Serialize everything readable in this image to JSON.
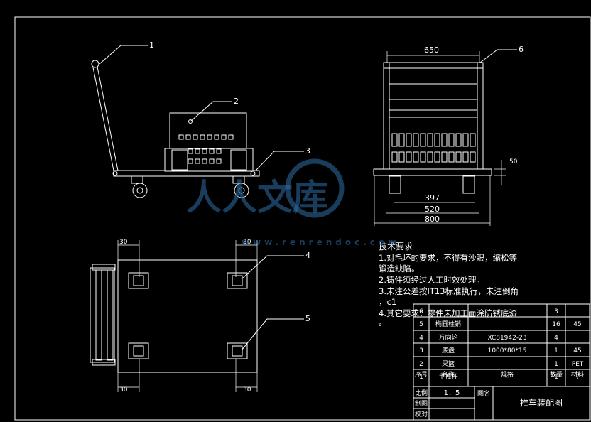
{
  "callouts": [
    "1",
    "2",
    "3",
    "4",
    "5",
    "6"
  ],
  "dimensions": {
    "top_width": "650",
    "side_height": "50",
    "w397": "397",
    "w520": "520",
    "w800": "800",
    "b30a": "30",
    "b30b": "30",
    "b30c": "30",
    "b30d": "30"
  },
  "tech": {
    "title": "技术要求",
    "l1": "1.对毛坯的要求，不得有沙眼，缩松等",
    "l2": "锻造缺陷。",
    "l3": "2.铸件须经过人工时效处理。",
    "l4": "3.未注公差按IT13标准执行，未注倒角",
    "l5": "，c1",
    "l6": "4.其它要求：零件未加工面涂防锈底漆",
    "l7": "。"
  },
  "bom": [
    {
      "no": "6",
      "name": "",
      "spec": "",
      "qty": "3",
      "mat": ""
    },
    {
      "no": "5",
      "name": "椭圆柱销",
      "spec": "",
      "qty": "16",
      "mat": "45"
    },
    {
      "no": "4",
      "name": "万向轮",
      "spec": "XC81942-23",
      "qty": "4",
      "mat": ""
    },
    {
      "no": "3",
      "name": "底盘",
      "spec": "1000*80*15",
      "qty": "1",
      "mat": "45"
    },
    {
      "no": "2",
      "name": "果篮",
      "spec": "",
      "qty": "1",
      "mat": "PET"
    },
    {
      "no": "1",
      "name": "手推杆",
      "spec": "--",
      "qty": "1",
      "mat": "?"
    }
  ],
  "bom_header": {
    "no": "序号",
    "name": "名称",
    "spec": "规格",
    "qty": "数量",
    "mat": "材料"
  },
  "title_block": {
    "scale_label": "比例",
    "scale": "1：5",
    "drawn_label": "制图",
    "check_label": "校对",
    "drawing_name_label": "图名",
    "drawing_name": "推车装配图"
  },
  "watermark": {
    "brand": "人人文库",
    "url": "www.renrendoc.com"
  },
  "colors": {
    "background": "#000000",
    "lines": "#ffffff",
    "watermark": "#2f6fa8"
  }
}
